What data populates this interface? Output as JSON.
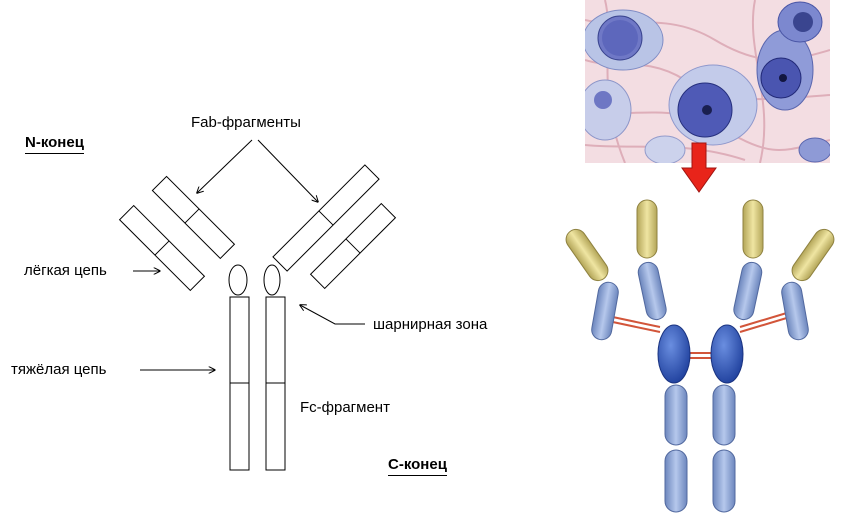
{
  "labels": {
    "n_terminus": "N-конец",
    "c_terminus": "С-конец",
    "fab_fragments": "Fab-фрагменты",
    "light_chain": "лёгкая цепь",
    "heavy_chain": "тяжёлая цепь",
    "hinge_region": "шарнирная зона",
    "fc_fragment": "Fc-фрагмент"
  },
  "colors": {
    "arrow_red": "#e8241a",
    "light_constant": "#d8cc7a",
    "heavy_blue": "#8ea6d4",
    "hinge_blue": "#2d56b8",
    "disulfide": "#d2553a",
    "micro_bg": "#f3dde2",
    "cell_nucleus": "#4a5ab8"
  }
}
